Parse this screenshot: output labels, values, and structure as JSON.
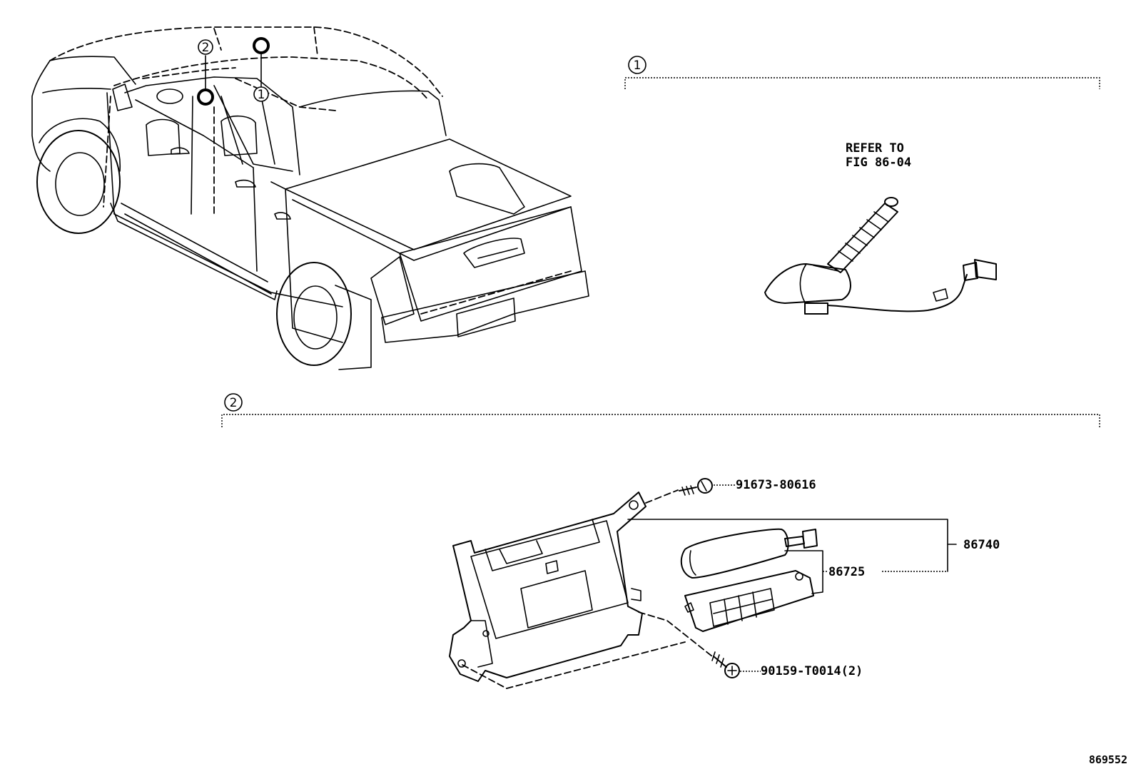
{
  "callouts": {
    "one": "1",
    "two": "2"
  },
  "refer": {
    "line1": "REFER TO",
    "line2": "FIG 86-04"
  },
  "parts": {
    "screw_top": "91673-80616",
    "assembly": "86740",
    "receiver": "86725",
    "screw_bottom": "90159-T0014(2)"
  },
  "diagram_id": "869552"
}
